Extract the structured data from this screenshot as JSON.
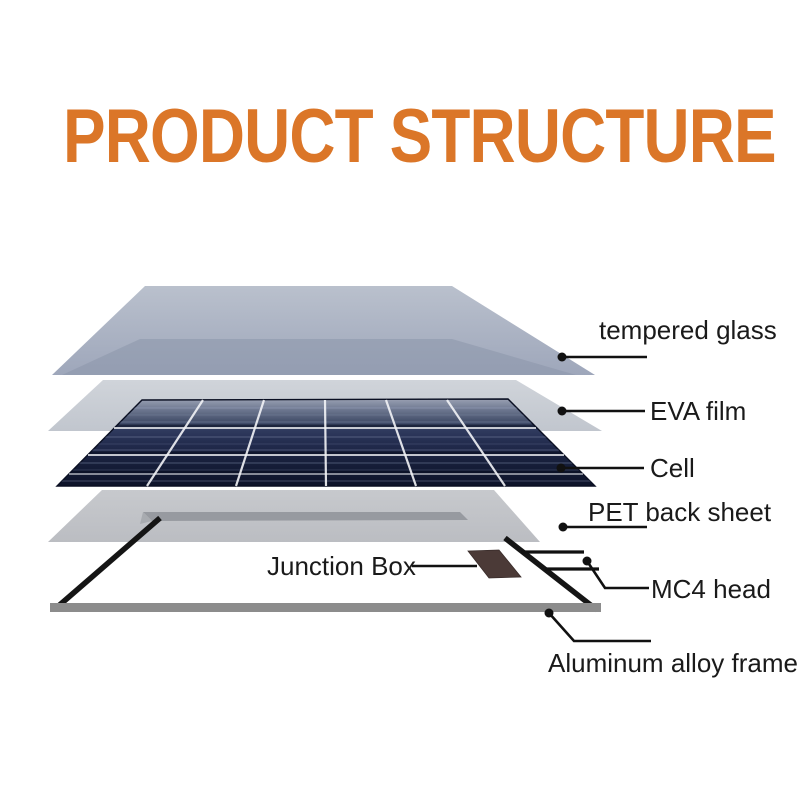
{
  "title": "PRODUCT STRUCTURE",
  "colors": {
    "background": "#ffffff",
    "title": "#db7628",
    "label": "#1a1a1a",
    "leader": "#111111",
    "glass": "#a3abc0",
    "eva_film": "#c7cbd3",
    "cell_dark": "#141b33",
    "pet_sheet": "#c2c4c8",
    "frame_gray": "#8c8c8c",
    "junction_box": "#4b3a37"
  },
  "labels": {
    "tempered_glass": "tempered glass",
    "eva_film": "EVA film",
    "cell": "Cell",
    "pet_back_sheet": "PET back sheet",
    "junction_box": "Junction Box",
    "mc4_head": "MC4 head",
    "aluminum_frame": "Aluminum alloy frame"
  },
  "stack_order_top_to_bottom": [
    "tempered glass",
    "EVA film",
    "Cell",
    "PET back sheet",
    "Junction Box",
    "MC4 head",
    "Aluminum alloy frame"
  ]
}
